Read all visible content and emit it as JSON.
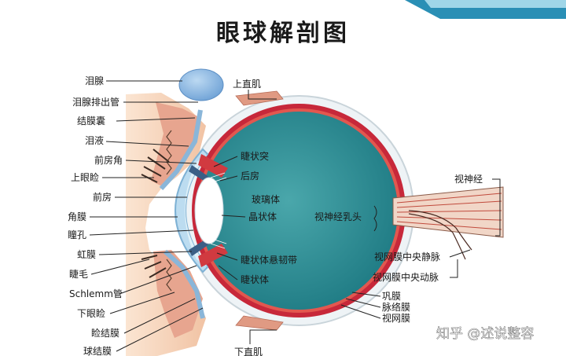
{
  "title": "眼球解剖图",
  "watermark": "知乎 @述说整容",
  "labels": {
    "lacrimal_gland": "泪腺",
    "lacrimal_duct": "泪腺排出管",
    "conjunctival_sac": "结膜囊",
    "tears": "泪液",
    "anterior_chamber_angle": "前房角",
    "upper_eyelid": "上眼睑",
    "anterior_chamber": "前房",
    "cornea": "角膜",
    "pupil": "瞳孔",
    "iris": "虹膜",
    "eyelash": "睫毛",
    "schlemm_canal": "Schlemm管",
    "lower_eyelid": "下眼睑",
    "palpebral_conjunctiva": "睑结膜",
    "bulbar_conjunctiva": "球结膜",
    "superior_rectus": "上直肌",
    "ciliary_process": "睫状突",
    "posterior_chamber": "后房",
    "vitreous": "玻璃体",
    "lens": "晶状体",
    "zonule": "睫状体悬韧带",
    "ciliary_body": "睫状体",
    "inferior_rectus": "下直肌",
    "optic_nerve": "视神经",
    "optic_disc": "视神经乳头",
    "central_retinal_vein": "视网膜中央静脉",
    "central_retinal_artery": "视网膜中央动脉",
    "sclera": "巩膜",
    "choroid": "脉络膜",
    "retina": "视网膜"
  },
  "colors": {
    "vitreous": "#2f8b92",
    "retina_ring": "#c7283a",
    "sclera": "#eef3f6",
    "skin": "#f6d4b8",
    "lid_tissue": "#e7a58f",
    "lacrimal_gland": "#8bb8e2",
    "cornea": "#bcdcf0",
    "header_band": "#2a8fb5"
  }
}
